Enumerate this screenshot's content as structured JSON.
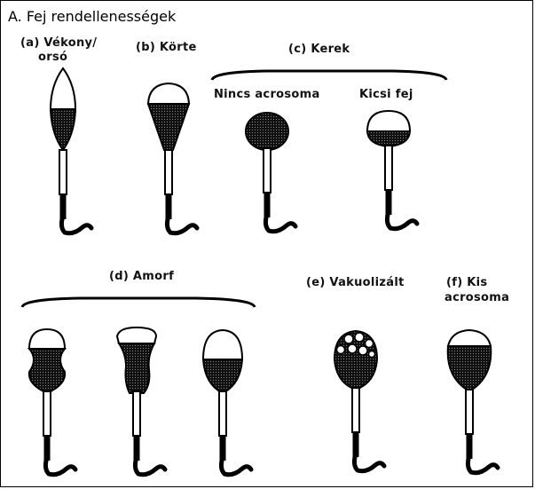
{
  "title": "A. Fej rendellenességek",
  "labels": {
    "a_line1": "(a) Vékony/",
    "a_line2": "orsó",
    "b": "(b) Körte",
    "c": "(c) Kerek",
    "c1": "Nincs acrosoma",
    "c2": "Kicsi fej",
    "d": "(d) Amorf",
    "e": "(e) Vakuolizált",
    "f_line1": "(f) Kis",
    "f_line2": "acrosoma"
  },
  "colors": {
    "ink": "#000000",
    "dotted_fill": "#1a1a1a",
    "background": "#ffffff"
  }
}
